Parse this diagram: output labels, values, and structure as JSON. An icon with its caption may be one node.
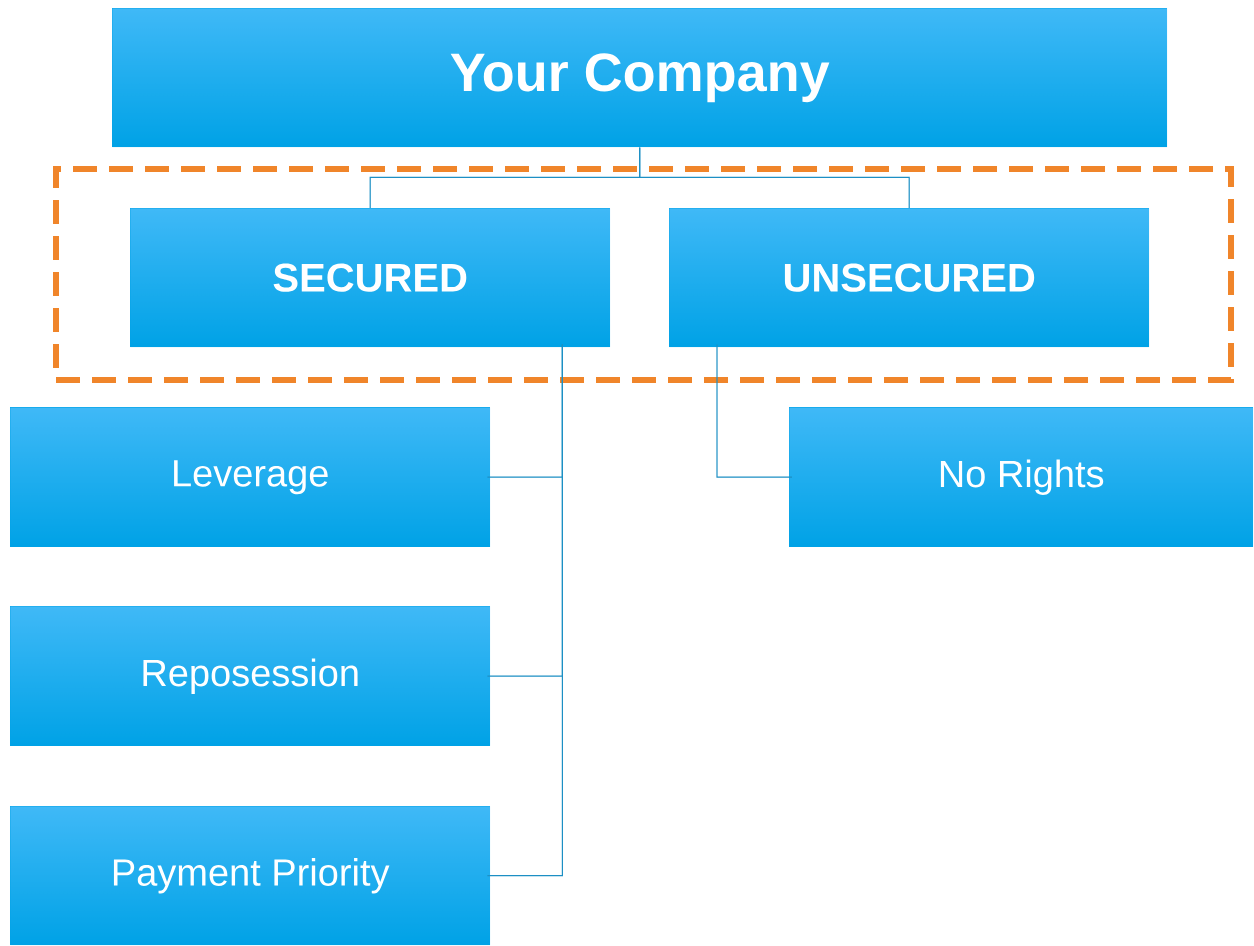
{
  "diagram": {
    "nodes": [
      {
        "text": [
          "Your Company"
        ]
      },
      {
        "text": [],
        "shape": "box"
      },
      {
        "text": [
          "SECURED"
        ],
        "in": 1
      },
      {
        "text": [
          "UNSECURED"
        ],
        "in": 1
      },
      {
        "text": [
          "Leverage"
        ]
      },
      {
        "text": [
          "No Rights"
        ]
      },
      {
        "text": [
          "Reposession"
        ]
      },
      {
        "text": [
          "Payment Priority"
        ]
      }
    ],
    "edges": [
      {
        "from": 0,
        "to": 2,
        "arrow": "none"
      },
      {
        "from": 0,
        "to": 3,
        "arrow": "none"
      },
      {
        "from": 2,
        "to": 4,
        "arrow": "none"
      },
      {
        "from": 2,
        "to": 6,
        "arrow": "none"
      },
      {
        "from": 2,
        "to": 7,
        "arrow": "none"
      },
      {
        "from": 3,
        "to": 5,
        "arrow": "none"
      }
    ]
  }
}
